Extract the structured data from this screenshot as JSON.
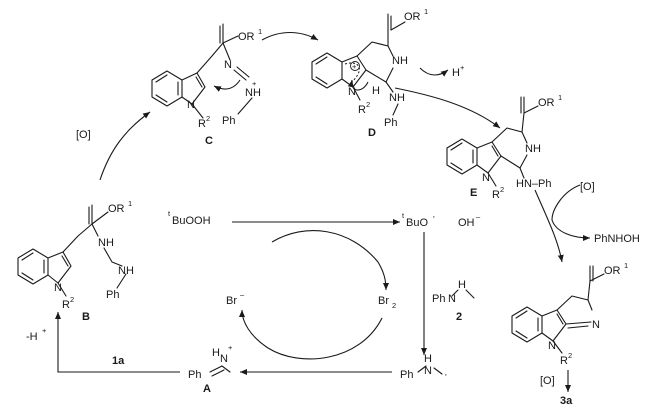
{
  "labels": {
    "compound_A": "A",
    "compound_B": "B",
    "compound_C": "C",
    "compound_D": "D",
    "compound_E": "E",
    "compound_2": "2",
    "compound_1a": "1a",
    "compound_3a": "3a",
    "ester": "OR",
    "ester_sup": "1",
    "r2": "R",
    "r2_sup": "2",
    "n": "N",
    "nh": "NH",
    "h": "H",
    "ph": "Ph",
    "hn_ph": "HN–Ph",
    "oxidant": "[O]",
    "tbuooh_sup": "t",
    "tbuooh": "BuOOH",
    "tbuo_sup": "t",
    "tbuo": "BuO",
    "tbuo_dot": "·",
    "oh_minus": "OH",
    "minus": "–",
    "br_minus": "Br",
    "br2": "Br",
    "br2_sub": "2",
    "h_plus": "H",
    "plus": "+",
    "minus_h_plus": "-H",
    "phnhoh": "PhNHOH"
  }
}
